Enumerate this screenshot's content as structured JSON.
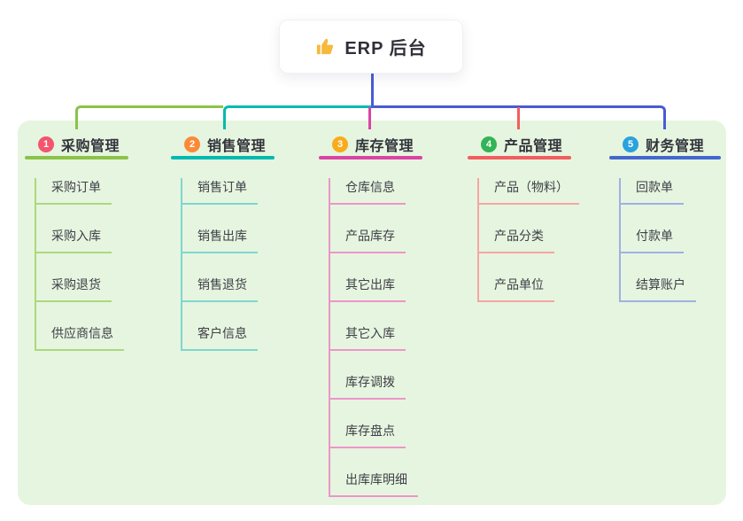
{
  "root": {
    "label": "ERP 后台",
    "icon": "thumbs-up-icon",
    "line_color": "#4a5bd2"
  },
  "panel_bg": "#e6f5df",
  "branches": [
    {
      "number": "1",
      "label": "采购管理",
      "badge_color": "#f4546e",
      "line_color": "#8bc34a",
      "light_color": "#abd97f",
      "children": [
        "采购订单",
        "采购入库",
        "采购退货",
        "供应商信息"
      ]
    },
    {
      "number": "2",
      "label": "销售管理",
      "badge_color": "#fb8a38",
      "line_color": "#00bab0",
      "light_color": "#7fd6cf",
      "children": [
        "销售订单",
        "销售出库",
        "销售退货",
        "客户信息"
      ]
    },
    {
      "number": "3",
      "label": "库存管理",
      "badge_color": "#f8ac1c",
      "line_color": "#d944a5",
      "light_color": "#ed95cb",
      "children": [
        "仓库信息",
        "产品库存",
        "其它出库",
        "其它入库",
        "库存调拨",
        "库存盘点",
        "出库库明细"
      ]
    },
    {
      "number": "4",
      "label": "产品管理",
      "badge_color": "#33b457",
      "line_color": "#f25e5e",
      "light_color": "#f6a5a5",
      "children": [
        "产品（物料）",
        "产品分类",
        "产品单位"
      ]
    },
    {
      "number": "5",
      "label": "财务管理",
      "badge_color": "#2aa2de",
      "line_color": "#4467cf",
      "light_color": "#9fb0e4",
      "children": [
        "回款单",
        "付款单",
        "结算账户"
      ]
    }
  ]
}
